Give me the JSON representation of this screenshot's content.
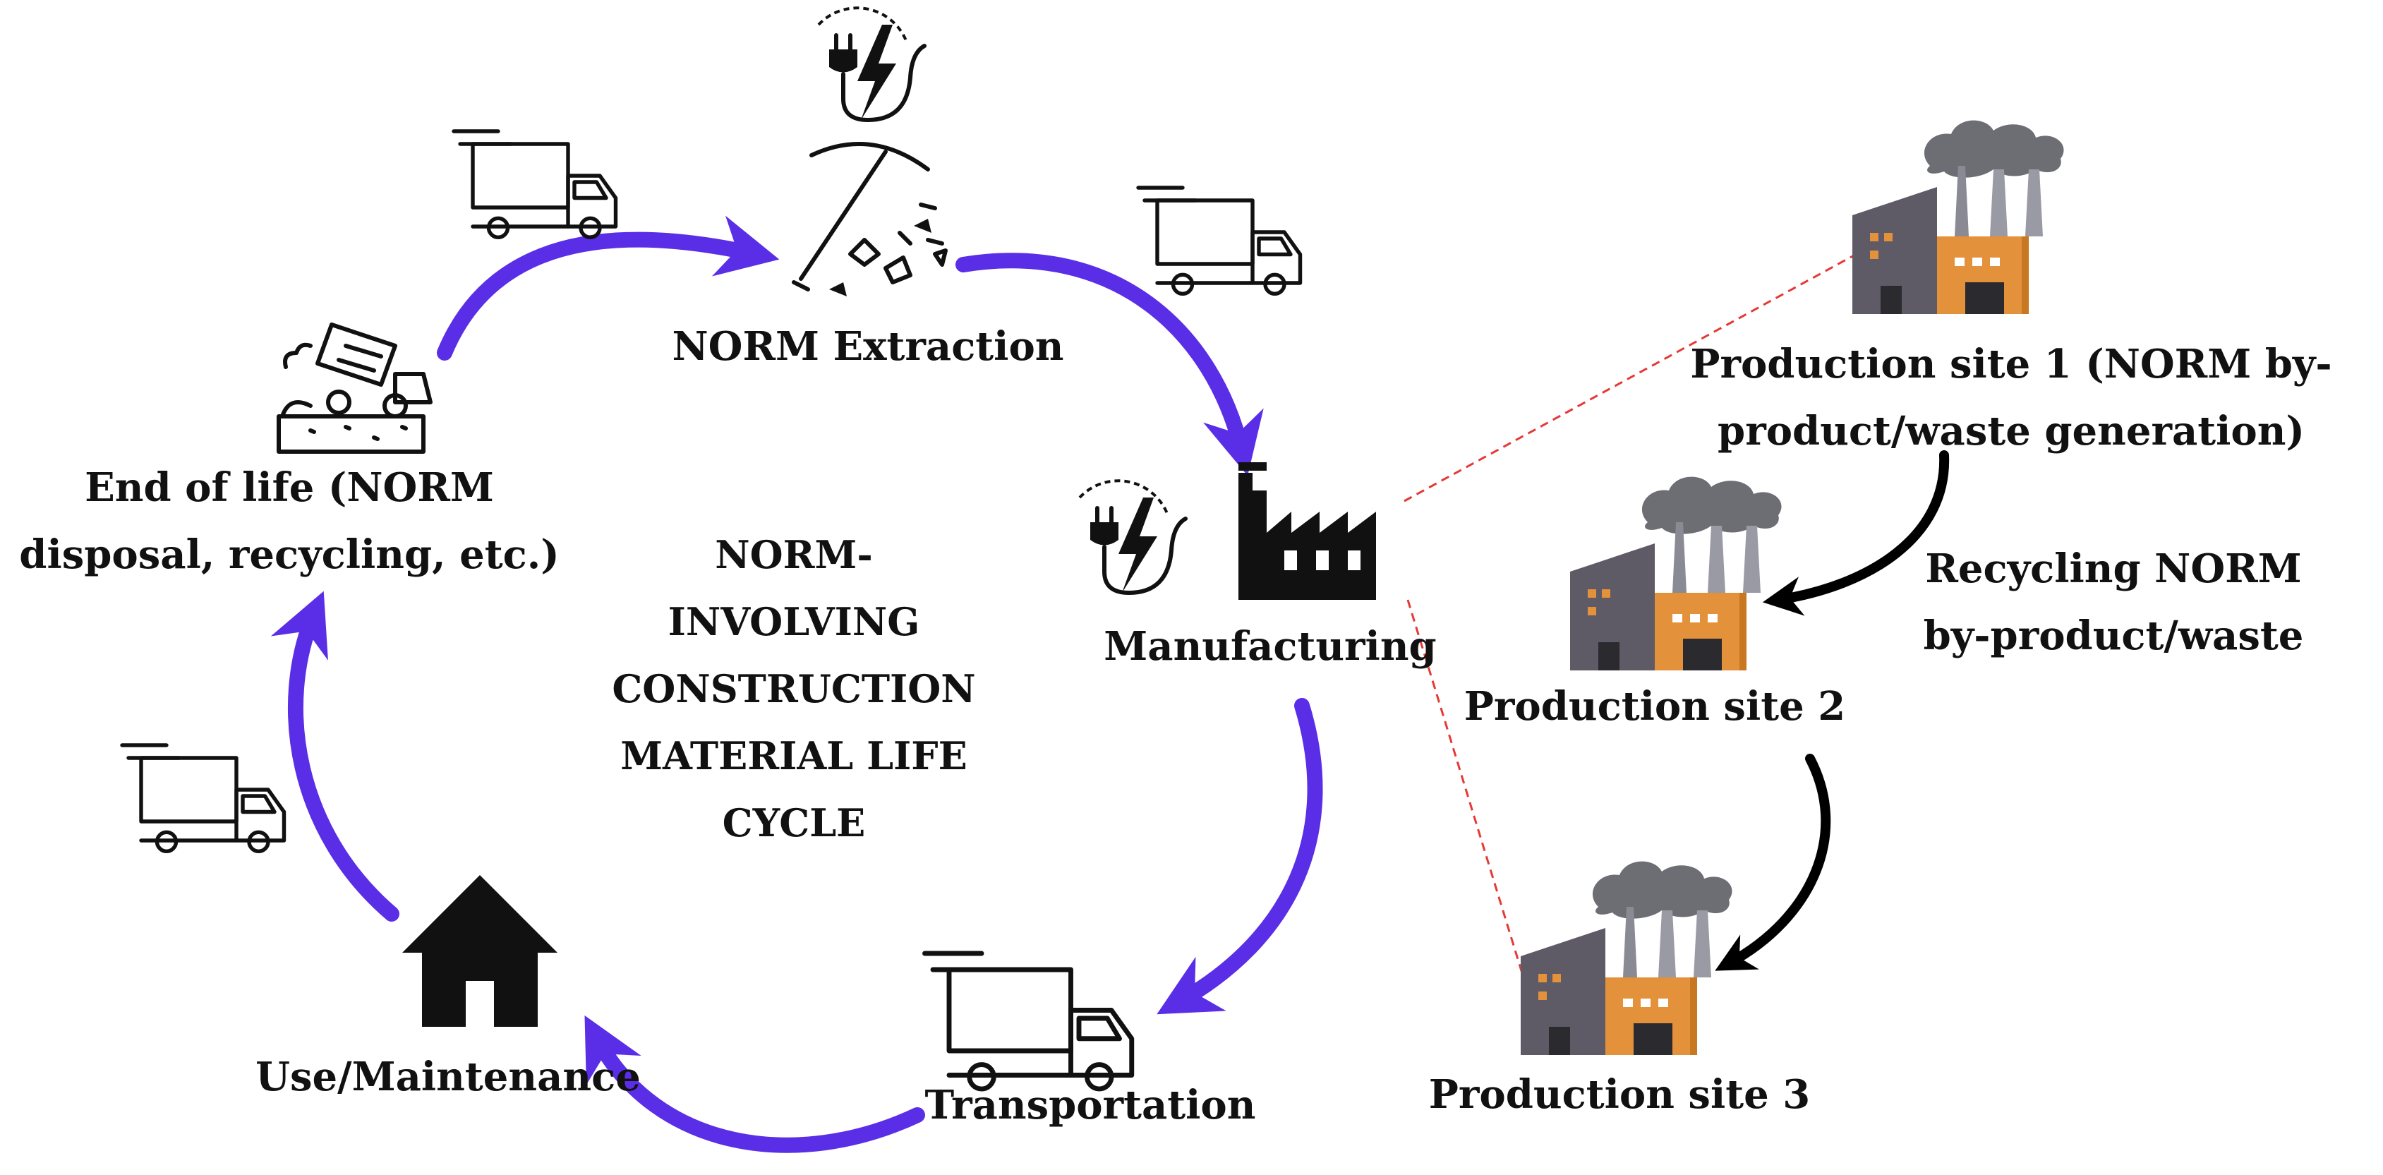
{
  "diagram": {
    "center_title": [
      "NORM-",
      "INVOLVING",
      "CONSTRUCTION",
      "MATERIAL LIFE",
      "CYCLE"
    ],
    "stages": {
      "extraction": "NORM Extraction",
      "manufacturing": "Manufacturing",
      "transportation": "Transportation",
      "use": "Use/Maintenance",
      "end_of_life": [
        "End of life (NORM",
        "disposal, recycling, etc.)"
      ]
    },
    "production_sites": {
      "site1": [
        "Production site 1 (NORM by-",
        "product/waste generation)"
      ],
      "site2": "Production site 2",
      "site3": "Production site 3"
    },
    "recycling_note": [
      "Recycling NORM",
      "by-product/waste"
    ]
  },
  "colors": {
    "cycle_arrow": "#5a2ee6",
    "flow_arrow": "#000000",
    "connector": "#e53935",
    "factory_gray": "#5e5b66",
    "factory_orange": "#e3913a",
    "smoke": "#6d6d74"
  },
  "icons": {
    "extraction": "pickaxe-icon",
    "manufacturing": "factory-icon",
    "transportation": "truck-icon",
    "use": "house-icon",
    "end_of_life": "dump-truck-icon",
    "energy": "plug-lightning-icon",
    "production": "industrial-plant-icon"
  }
}
